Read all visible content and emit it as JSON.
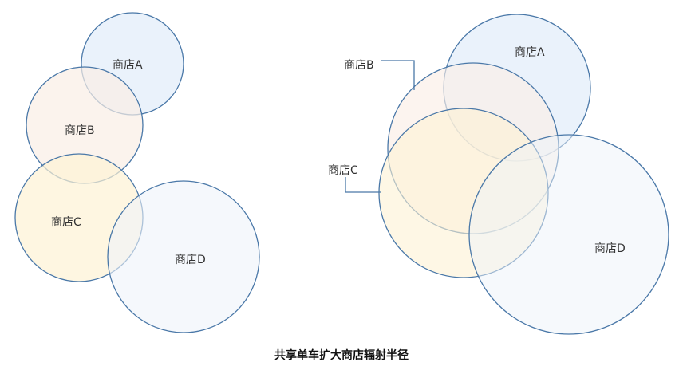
{
  "caption": "共享单车扩大商店辐射半径",
  "left_diagram": {
    "store_a": {
      "label": "商店A",
      "fill": "#e6f0fa",
      "stroke": "#4a78a8"
    },
    "store_b": {
      "label": "商店B",
      "fill": "#faeee6",
      "stroke": "#4a78a8"
    },
    "store_c": {
      "label": "商店C",
      "fill": "#fdf2d4",
      "stroke": "#4a78a8"
    },
    "store_d": {
      "label": "商店D",
      "fill": "#eef3fa",
      "stroke": "#4a78a8"
    }
  },
  "right_diagram": {
    "store_a": {
      "label": "商店A",
      "fill": "#e6f0fa",
      "stroke": "#4a78a8"
    },
    "store_b": {
      "label": "商店B",
      "fill": "#faeee6",
      "stroke": "#4a78a8"
    },
    "store_c": {
      "label": "商店C",
      "fill": "#fdf2d4",
      "stroke": "#4a78a8"
    },
    "store_d": {
      "label": "商店D",
      "fill": "#eef3fa",
      "stroke": "#4a78a8"
    }
  },
  "callout_color": "#4a78a8"
}
